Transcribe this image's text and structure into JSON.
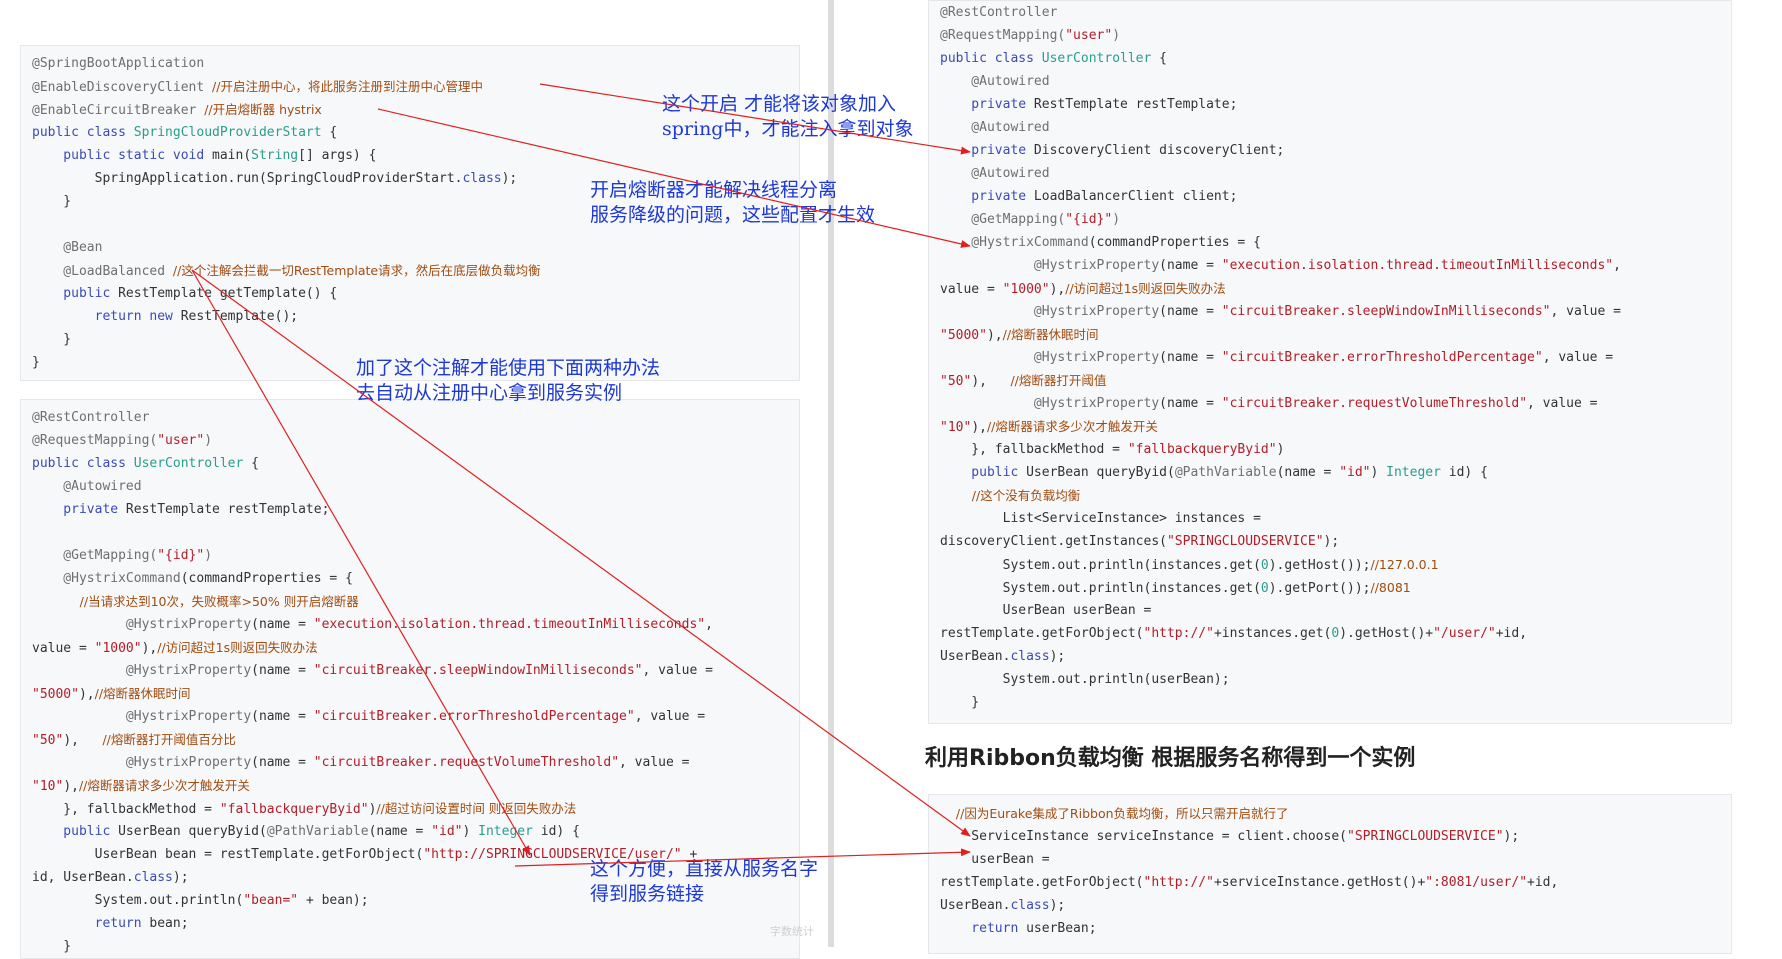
{
  "left_top": [
    [
      [
        "an",
        "@SpringBootApplication"
      ]
    ],
    [
      [
        "an",
        "@EnableDiscoveryClient "
      ],
      [
        "cm",
        "//开启注册中心，将此服务注册到注册中心管理中"
      ]
    ],
    [
      [
        "an",
        "@EnableCircuitBreaker "
      ],
      [
        "cm",
        "//开启熔断器 hystrix"
      ]
    ],
    [
      [
        "kw",
        "public class "
      ],
      [
        "ty",
        "SpringCloudProviderStart"
      ],
      [
        "pl",
        " {"
      ]
    ],
    [
      [
        "kw",
        "    public static void "
      ],
      [
        "pl",
        "main("
      ],
      [
        "ty",
        "String"
      ],
      [
        "pl",
        "[] args) {"
      ]
    ],
    [
      [
        "pl",
        "        SpringApplication.run(SpringCloudProviderStart."
      ],
      [
        "kw",
        "class"
      ],
      [
        "pl",
        ");"
      ]
    ],
    [
      [
        "pl",
        "    }"
      ]
    ],
    [
      [
        "pl",
        ""
      ]
    ],
    [
      [
        "an",
        "    @Bean"
      ]
    ],
    [
      [
        "an",
        "    @LoadBalanced "
      ],
      [
        "cm",
        "//这个注解会拦截一切RestTemplate请求，然后在底层做负载均衡"
      ]
    ],
    [
      [
        "kw",
        "    public "
      ],
      [
        "pl",
        "RestTemplate getTemplate() {"
      ]
    ],
    [
      [
        "kw",
        "        return new "
      ],
      [
        "pl",
        "RestTemplate();"
      ]
    ],
    [
      [
        "pl",
        "    }"
      ]
    ],
    [
      [
        "pl",
        "}"
      ]
    ]
  ],
  "left_bottom": [
    [
      [
        "an",
        "@RestController"
      ]
    ],
    [
      [
        "an",
        "@RequestMapping("
      ],
      [
        "st",
        "\"user\""
      ],
      [
        "an",
        ")"
      ]
    ],
    [
      [
        "kw",
        "public class "
      ],
      [
        "ty",
        "UserController"
      ],
      [
        "pl",
        " {"
      ]
    ],
    [
      [
        "an",
        "    @Autowired"
      ]
    ],
    [
      [
        "kw",
        "    private "
      ],
      [
        "pl",
        "RestTemplate restTemplate;"
      ]
    ],
    [
      [
        "pl",
        ""
      ]
    ],
    [
      [
        "an",
        "    @GetMapping("
      ],
      [
        "st",
        "\"{id}\""
      ],
      [
        "an",
        ")"
      ]
    ],
    [
      [
        "an",
        "    @HystrixCommand"
      ],
      [
        "pl",
        "(commandProperties = {"
      ]
    ],
    [
      [
        "cm",
        "            //当请求达到10次，失败概率>50% 则开启熔断器"
      ]
    ],
    [
      [
        "an",
        "            @HystrixProperty"
      ],
      [
        "pl",
        "(name = "
      ],
      [
        "st",
        "\"execution.isolation.thread.timeoutInMilliseconds\""
      ],
      [
        "pl",
        ","
      ]
    ],
    [
      [
        "pl",
        "value = "
      ],
      [
        "st",
        "\"1000\""
      ],
      [
        "pl",
        "),"
      ],
      [
        "cm",
        "//访问超过1s则返回失败办法"
      ]
    ],
    [
      [
        "an",
        "            @HystrixProperty"
      ],
      [
        "pl",
        "(name = "
      ],
      [
        "st",
        "\"circuitBreaker.sleepWindowInMilliseconds\""
      ],
      [
        "pl",
        ", value ="
      ]
    ],
    [
      [
        "st",
        "\"5000\""
      ],
      [
        "pl",
        "),"
      ],
      [
        "cm",
        "//熔断器休眠时间"
      ]
    ],
    [
      [
        "an",
        "            @HystrixProperty"
      ],
      [
        "pl",
        "(name = "
      ],
      [
        "st",
        "\"circuitBreaker.errorThresholdPercentage\""
      ],
      [
        "pl",
        ", value ="
      ]
    ],
    [
      [
        "st",
        "\"50\""
      ],
      [
        "pl",
        "),   "
      ],
      [
        "cm",
        "//熔断器打开阈值百分比"
      ]
    ],
    [
      [
        "an",
        "            @HystrixProperty"
      ],
      [
        "pl",
        "(name = "
      ],
      [
        "st",
        "\"circuitBreaker.requestVolumeThreshold\""
      ],
      [
        "pl",
        ", value ="
      ]
    ],
    [
      [
        "st",
        "\"10\""
      ],
      [
        "pl",
        "),"
      ],
      [
        "cm",
        "//熔断器请求多少次才触发开关"
      ]
    ],
    [
      [
        "pl",
        "    }, fallbackMethod = "
      ],
      [
        "st",
        "\"fallbackqueryByid\""
      ],
      [
        "pl",
        ")"
      ],
      [
        "cm",
        "//超过访问设置时间 则返回失败办法"
      ]
    ],
    [
      [
        "kw",
        "    public "
      ],
      [
        "pl",
        "UserBean queryByid("
      ],
      [
        "an",
        "@PathVariable"
      ],
      [
        "pl",
        "(name = "
      ],
      [
        "st",
        "\"id\""
      ],
      [
        "pl",
        ") "
      ],
      [
        "ty",
        "Integer"
      ],
      [
        "pl",
        " id) {"
      ]
    ],
    [
      [
        "pl",
        "        UserBean bean = restTemplate.getForObject("
      ],
      [
        "st",
        "\"http://SPRINGCLOUDSERVICE/user/\""
      ],
      [
        "pl",
        " +"
      ]
    ],
    [
      [
        "pl",
        "id, UserBean."
      ],
      [
        "kw",
        "class"
      ],
      [
        "pl",
        ");"
      ]
    ],
    [
      [
        "pl",
        "        System.out.println("
      ],
      [
        "st",
        "\"bean=\""
      ],
      [
        "pl",
        " + bean);"
      ]
    ],
    [
      [
        "kw",
        "        return "
      ],
      [
        "pl",
        "bean;"
      ]
    ],
    [
      [
        "pl",
        "    }"
      ]
    ]
  ],
  "right_top": [
    [
      [
        "an",
        "@RestController"
      ]
    ],
    [
      [
        "an",
        "@RequestMapping("
      ],
      [
        "st",
        "\"user\""
      ],
      [
        "an",
        ")"
      ]
    ],
    [
      [
        "kw",
        "public class "
      ],
      [
        "ty",
        "UserController"
      ],
      [
        "pl",
        " {"
      ]
    ],
    [
      [
        "an",
        "    @Autowired"
      ]
    ],
    [
      [
        "kw",
        "    private "
      ],
      [
        "pl",
        "RestTemplate restTemplate;"
      ]
    ],
    [
      [
        "an",
        "    @Autowired"
      ]
    ],
    [
      [
        "kw",
        "    private "
      ],
      [
        "pl",
        "DiscoveryClient discoveryClient;"
      ]
    ],
    [
      [
        "an",
        "    @Autowired"
      ]
    ],
    [
      [
        "kw",
        "    private "
      ],
      [
        "pl",
        "LoadBalancerClient client;"
      ]
    ],
    [
      [
        "an",
        "    @GetMapping("
      ],
      [
        "st",
        "\"{id}\""
      ],
      [
        "an",
        ")"
      ]
    ],
    [
      [
        "an",
        "    @HystrixCommand"
      ],
      [
        "pl",
        "(commandProperties = {"
      ]
    ],
    [
      [
        "an",
        "            @HystrixProperty"
      ],
      [
        "pl",
        "(name = "
      ],
      [
        "st",
        "\"execution.isolation.thread.timeoutInMilliseconds\""
      ],
      [
        "pl",
        ","
      ]
    ],
    [
      [
        "pl",
        "value = "
      ],
      [
        "st",
        "\"1000\""
      ],
      [
        "pl",
        "),"
      ],
      [
        "cm",
        "//访问超过1s则返回失败办法"
      ]
    ],
    [
      [
        "an",
        "            @HystrixProperty"
      ],
      [
        "pl",
        "(name = "
      ],
      [
        "st",
        "\"circuitBreaker.sleepWindowInMilliseconds\""
      ],
      [
        "pl",
        ", value ="
      ]
    ],
    [
      [
        "st",
        "\"5000\""
      ],
      [
        "pl",
        "),"
      ],
      [
        "cm",
        "//熔断器休眠时间"
      ]
    ],
    [
      [
        "an",
        "            @HystrixProperty"
      ],
      [
        "pl",
        "(name = "
      ],
      [
        "st",
        "\"circuitBreaker.errorThresholdPercentage\""
      ],
      [
        "pl",
        ", value ="
      ]
    ],
    [
      [
        "st",
        "\"50\""
      ],
      [
        "pl",
        "),   "
      ],
      [
        "cm",
        "//熔断器打开阈值"
      ]
    ],
    [
      [
        "an",
        "            @HystrixProperty"
      ],
      [
        "pl",
        "(name = "
      ],
      [
        "st",
        "\"circuitBreaker.requestVolumeThreshold\""
      ],
      [
        "pl",
        ", value ="
      ]
    ],
    [
      [
        "st",
        "\"10\""
      ],
      [
        "pl",
        "),"
      ],
      [
        "cm",
        "//熔断器请求多少次才触发开关"
      ]
    ],
    [
      [
        "pl",
        "    }, fallbackMethod = "
      ],
      [
        "st",
        "\"fallbackqueryByid\""
      ],
      [
        "pl",
        ")"
      ]
    ],
    [
      [
        "kw",
        "    public "
      ],
      [
        "pl",
        "UserBean queryByid("
      ],
      [
        "an",
        "@PathVariable"
      ],
      [
        "pl",
        "(name = "
      ],
      [
        "st",
        "\"id\""
      ],
      [
        "pl",
        ") "
      ],
      [
        "ty",
        "Integer"
      ],
      [
        "pl",
        " id) {"
      ]
    ],
    [
      [
        "cm",
        "        //这个没有负载均衡"
      ]
    ],
    [
      [
        "pl",
        "        List<ServiceInstance> instances ="
      ]
    ],
    [
      [
        "pl",
        "discoveryClient.getInstances("
      ],
      [
        "st",
        "\"SPRINGCLOUDSERVICE\""
      ],
      [
        "pl",
        ");"
      ]
    ],
    [
      [
        "pl",
        "        System.out.println(instances.get("
      ],
      [
        "ty",
        "0"
      ],
      [
        "pl",
        ").getHost());"
      ],
      [
        "cm",
        "//127.0.0.1"
      ]
    ],
    [
      [
        "pl",
        "        System.out.println(instances.get("
      ],
      [
        "ty",
        "0"
      ],
      [
        "pl",
        ").getPort());"
      ],
      [
        "cm",
        "//8081"
      ]
    ],
    [
      [
        "pl",
        "        UserBean userBean ="
      ]
    ],
    [
      [
        "pl",
        "restTemplate.getForObject("
      ],
      [
        "st",
        "\"http://\""
      ],
      [
        "pl",
        "+instances.get("
      ],
      [
        "ty",
        "0"
      ],
      [
        "pl",
        ").getHost()+"
      ],
      [
        "st",
        "\"/user/\""
      ],
      [
        "pl",
        "+id,"
      ]
    ],
    [
      [
        "pl",
        "UserBean."
      ],
      [
        "kw",
        "class"
      ],
      [
        "pl",
        ");"
      ]
    ],
    [
      [
        "pl",
        "        System.out.println(userBean);"
      ]
    ],
    [
      [
        "pl",
        "    }"
      ]
    ]
  ],
  "heading": "利用Ribbon负载均衡 根据服务名称得到一个实例",
  "right_bottom": [
    [
      [
        "cm",
        "    //因为Eurake集成了Ribbon负载均衡，所以只需开启就行了"
      ]
    ],
    [
      [
        "pl",
        "    ServiceInstance serviceInstance = client.choose("
      ],
      [
        "st",
        "\"SPRINGCLOUDSERVICE\""
      ],
      [
        "pl",
        ");"
      ]
    ],
    [
      [
        "pl",
        "    userBean ="
      ]
    ],
    [
      [
        "pl",
        "restTemplate.getForObject("
      ],
      [
        "st",
        "\"http://\""
      ],
      [
        "pl",
        "+serviceInstance.getHost()+"
      ],
      [
        "st",
        "\":8081/user/\""
      ],
      [
        "pl",
        "+id,"
      ]
    ],
    [
      [
        "pl",
        "UserBean."
      ],
      [
        "kw",
        "class"
      ],
      [
        "pl",
        ");"
      ]
    ],
    [
      [
        "kw",
        "    return "
      ],
      [
        "pl",
        "userBean;"
      ]
    ]
  ],
  "notes": {
    "n1": "这个开启 才能将该对象加入\nspring中，才能注入拿到对象",
    "n2": "开启熔断器才能解决线程分离\n服务降级的问题，这些配置才生效",
    "n3": "加了这个注解才能使用下面两种办法\n去自动从注册中心拿到服务实例",
    "n4": "这个方便，直接从服务名字\n得到服务链接"
  },
  "watermark": "字数统计",
  "arrow_color": "#e02020"
}
